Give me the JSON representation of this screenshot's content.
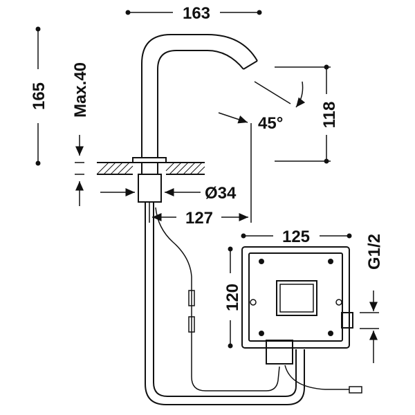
{
  "dimensions": {
    "width_total": "163",
    "height_total": "165",
    "deck_thickness_max": "Max.40",
    "diameter": "Ø34",
    "spout_offset": "127",
    "spout_height": "118",
    "spout_angle": "45°",
    "box_width": "125",
    "box_height": "120",
    "inlet_thread": "G1/2"
  },
  "colors": {
    "stroke": "#111111",
    "background": "#ffffff",
    "box_fill": "#ffffff"
  }
}
